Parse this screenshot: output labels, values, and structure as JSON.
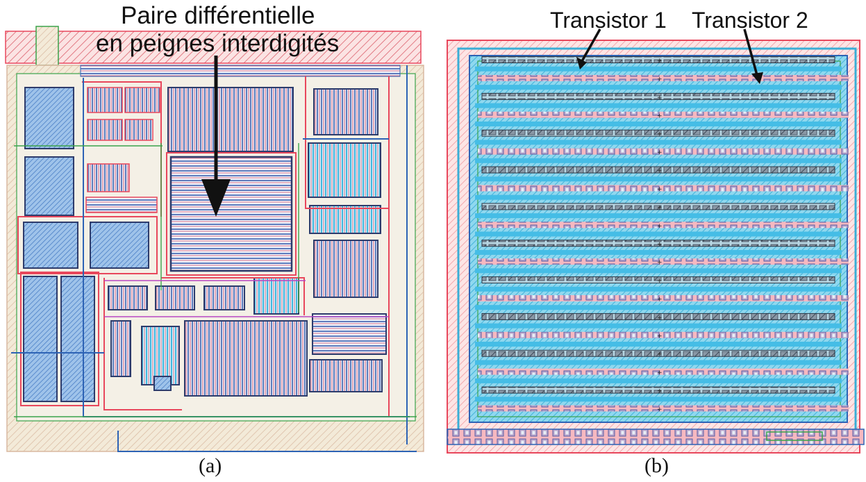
{
  "panel_a": {
    "annotation_line1": "Paire différentielle",
    "annotation_line2": "en peignes interdigités",
    "caption": "(a)"
  },
  "panel_b": {
    "label_transistor_1": "Transistor 1",
    "label_transistor_2": "Transistor 2",
    "caption": "(b)"
  },
  "colors": {
    "metal_red": "#e8475c",
    "hatch_pink": "#f3a7a7",
    "diffusion_blue": "#5bc6e6",
    "dark_blue": "#2d63b5",
    "contact_gray": "#6d7a8a",
    "green": "#3ba34b"
  }
}
